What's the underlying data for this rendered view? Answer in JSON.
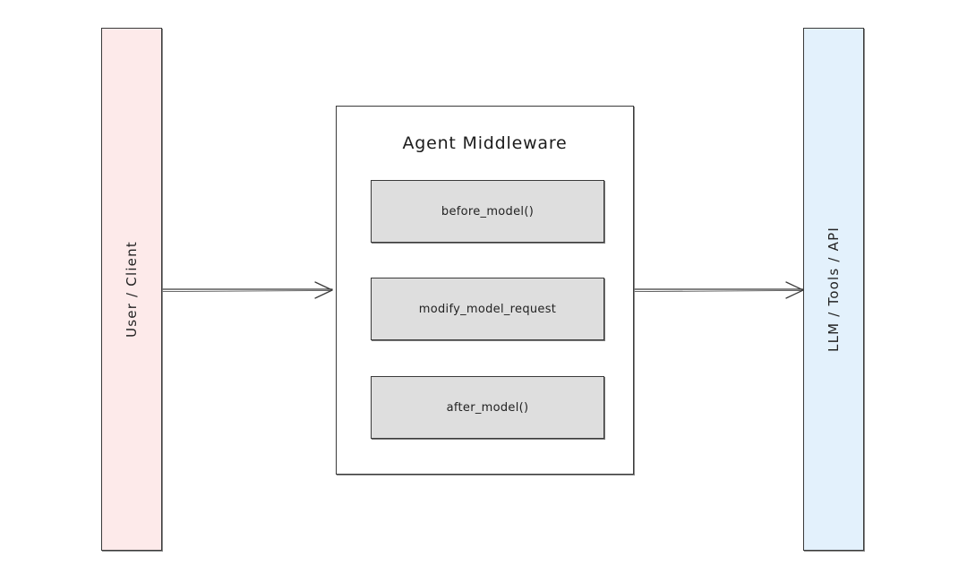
{
  "lanes": {
    "left": {
      "label": "User / Client",
      "fill": "#fdeaea"
    },
    "right": {
      "label": "LLM / Tools / API",
      "fill": "#e3f1fc"
    }
  },
  "middleware": {
    "title": "Agent Middleware",
    "steps": [
      {
        "label": "before_model()"
      },
      {
        "label": "modify_model_request"
      },
      {
        "label": "after_model()"
      }
    ],
    "step_fill": "#dedede"
  },
  "colors": {
    "stroke": "#3a3a3a",
    "background": "#ffffff"
  }
}
